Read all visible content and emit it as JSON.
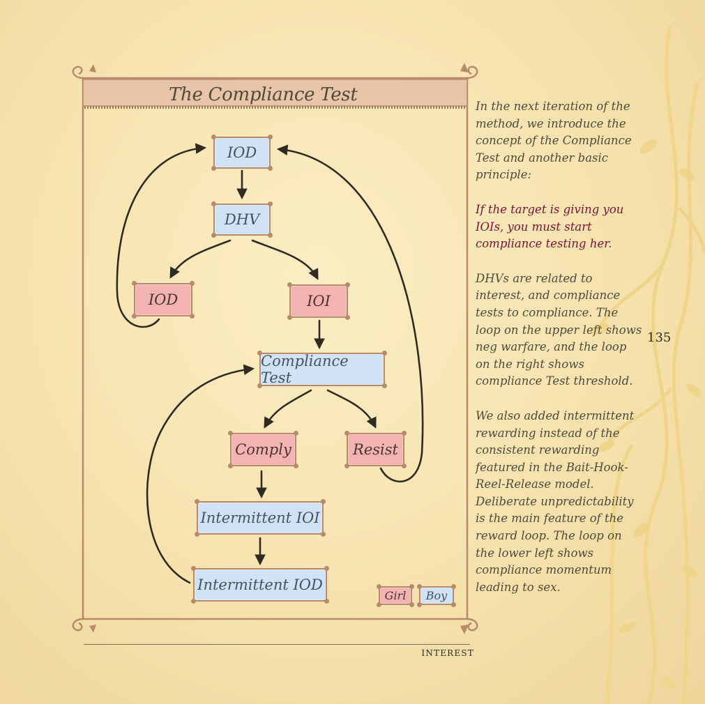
{
  "diagram": {
    "title": "The Compliance Test",
    "nodes": {
      "iod_top": "IOD",
      "dhv": "DHV",
      "iod_left": "IOD",
      "ioi": "IOI",
      "compliance_test": "Compliance Test",
      "comply": "Comply",
      "resist": "Resist",
      "intermittent_ioi": "Intermittent IOI",
      "intermittent_iod": "Intermittent IOD"
    },
    "legend": {
      "girl": "Girl",
      "boy": "Boy"
    },
    "colors": {
      "girl": "#f3b3b0",
      "boy": "#cfe3f5",
      "frame": "#b88a6c",
      "banner": "#e8c4a8"
    }
  },
  "side_text": {
    "p1": "In the next iteration of the method, we introduce the concept of the Compliance Test and another basic principle:",
    "p2_highlight": "If the target is giving you IOIs, you must start compliance testing her",
    "p2_period": ".",
    "p3": "DHVs are related to interest, and compliance tests to compliance. The loop on the upper left shows neg warfare, and the loop on the right shows compliance Test threshold.",
    "p4": "We also added intermittent rewarding instead of the consistent rewarding featured in the Bait-Hook-Reel-Release model. Deliberate unpredictability is the main feature of the reward loop. The loop on the lower left shows compliance momentum leading to sex."
  },
  "page_number": "135",
  "footer": "INTEREST"
}
